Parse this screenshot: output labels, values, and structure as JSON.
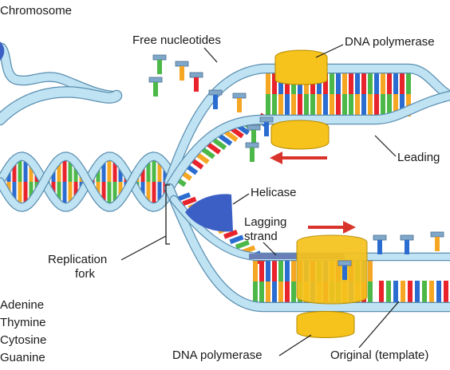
{
  "labels": {
    "chromosome": "Chromosome",
    "free_nucleotides": "Free nucleotides",
    "dna_polymerase_top": "DNA polymerase",
    "leading": "Leading",
    "helicase": "Helicase",
    "lagging_line1": "Lagging",
    "lagging_line2": "strand",
    "replication_fork_line1": "Replication",
    "replication_fork_line2": "fork",
    "dna_polymerase_bottom": "DNA polymerase",
    "original_template": "Original (template)"
  },
  "legend": [
    {
      "name": "Adenine",
      "color": "#e8232b"
    },
    {
      "name": "Thymine",
      "color": "#f5a623"
    },
    {
      "name": "Cytosine",
      "color": "#2b6cd1"
    },
    {
      "name": "Guanine",
      "color": "#4cb848"
    }
  ],
  "colors": {
    "backbone": "#bfe3f3",
    "backbone_edge": "#5a8eb0",
    "polymerase": "#f6c21c",
    "helicase": "#3b5fc4",
    "arrow": "#d9342b"
  }
}
